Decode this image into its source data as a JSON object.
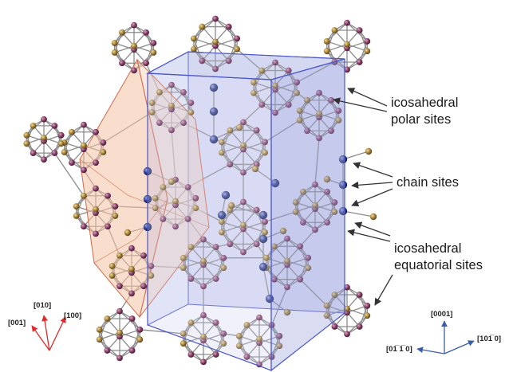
{
  "annotations": {
    "polar_line1": "icosahedral",
    "polar_line2": "polar sites",
    "chain": "chain sites",
    "equatorial_line1": "icosahedral",
    "equatorial_line2": "equatorial sites"
  },
  "rhombohedral_axes": {
    "a010": "[010]",
    "a001": "[001]",
    "a100": "[100]"
  },
  "hexagonal_axes": {
    "c0001": "[0001]",
    "a0110": "[01̅ 1̅ 0]",
    "a1010": "[101̅ 0]"
  },
  "colors": {
    "polar_atom": "#8a3f66",
    "equatorial_atom": "#a8853a",
    "chain_atom": "#2b3a8a",
    "hex_cell_fill": "#a9afe0",
    "hex_cell_edge": "#4b56c8",
    "rhombo_cell_fill": "#f2b99a",
    "rhombo_cell_edge": "#d06a4a",
    "rhombo_axis": "#e0282a",
    "hex_axis": "#3a5ea8"
  }
}
